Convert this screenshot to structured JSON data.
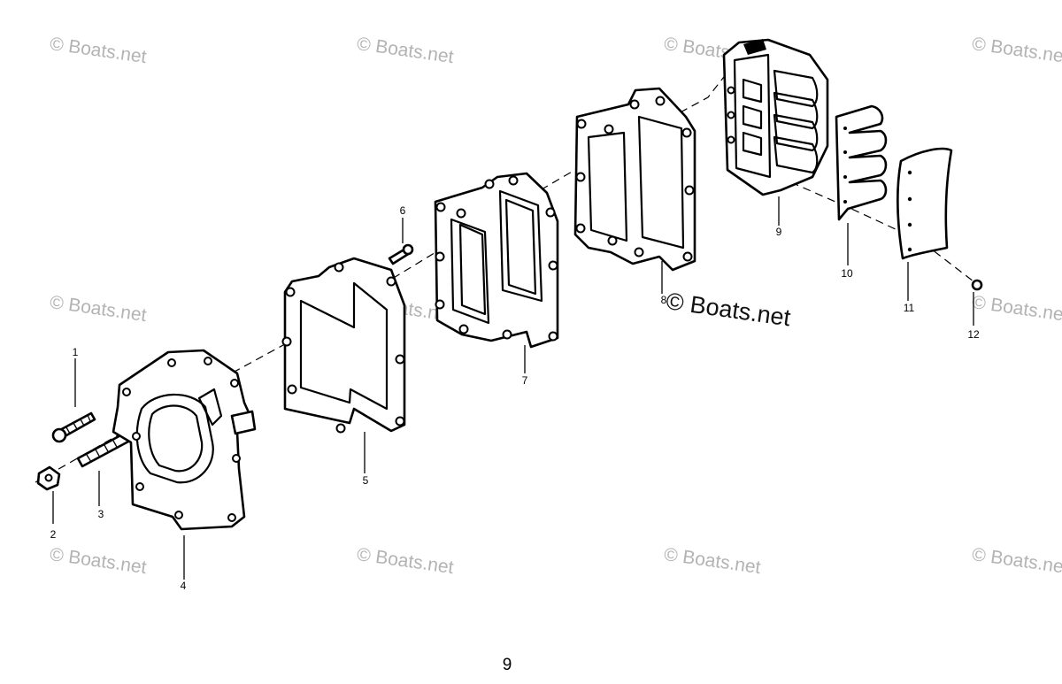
{
  "diagram": {
    "watermark_text": "© Boats.net",
    "page_number": "9",
    "callouts": [
      "1",
      "2",
      "3",
      "4",
      "5",
      "6",
      "7",
      "8",
      "9",
      "10",
      "11",
      "12"
    ]
  }
}
